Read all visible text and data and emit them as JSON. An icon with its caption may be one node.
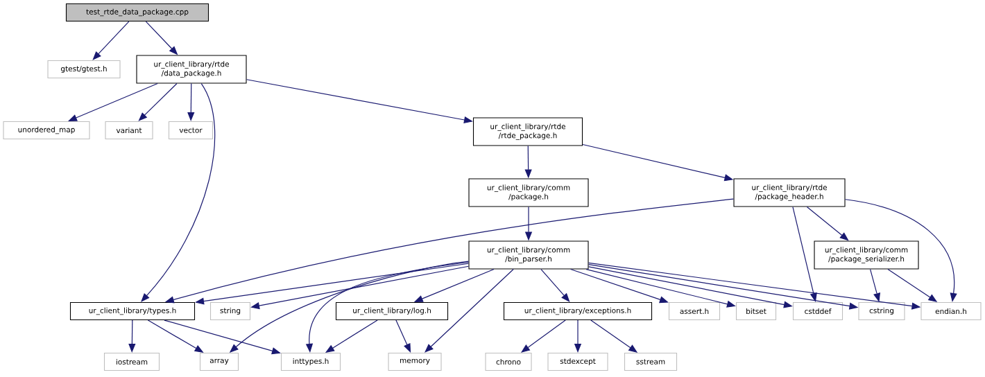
{
  "diagram": {
    "nodes": [
      {
        "text": [
          "test_rtde_data_package.cpp"
        ]
      },
      {
        "text": [
          "gtest/gtest.h"
        ]
      },
      {
        "text": [
          "ur_client_library/rtde /data_package.h"
        ]
      },
      {
        "text": [
          "unordered_map"
        ]
      },
      {
        "text": [
          "variant"
        ]
      },
      {
        "text": [
          "vector"
        ]
      },
      {
        "text": [
          "ur_client_library/rtde /rtde_package.h"
        ]
      },
      {
        "text": [
          "ur_client_library/comm /package.h"
        ]
      },
      {
        "text": [
          "ur_client_library/rtde /package_header.h"
        ]
      },
      {
        "text": [
          "ur_client_library/comm /bin_parser.h"
        ]
      },
      {
        "text": [
          "ur_client_library/comm /package_serializer.h"
        ]
      },
      {
        "text": [
          "ur_client_library/types.h"
        ]
      },
      {
        "text": [
          "string"
        ]
      },
      {
        "text": [
          "ur_client_library/log.h"
        ]
      },
      {
        "text": [
          "ur_client_library/exceptions.h"
        ]
      },
      {
        "text": [
          "assert.h"
        ]
      },
      {
        "text": [
          "bitset"
        ]
      },
      {
        "text": [
          "cstddef"
        ]
      },
      {
        "text": [
          "cstring"
        ]
      },
      {
        "text": [
          "endian.h"
        ]
      },
      {
        "text": [
          "iostream"
        ]
      },
      {
        "text": [
          "array"
        ]
      },
      {
        "text": [
          "inttypes.h"
        ]
      },
      {
        "text": [
          "memory"
        ]
      },
      {
        "text": [
          "chrono"
        ]
      },
      {
        "text": [
          "stdexcept"
        ]
      },
      {
        "text": [
          "sstream"
        ]
      }
    ],
    "edges": [
      {
        "from": 0,
        "to": 1,
        "arrow": "to"
      },
      {
        "from": 0,
        "to": 2,
        "arrow": "to"
      },
      {
        "from": 2,
        "to": 3,
        "arrow": "to"
      },
      {
        "from": 2,
        "to": 4,
        "arrow": "to"
      },
      {
        "from": 2,
        "to": 5,
        "arrow": "to"
      },
      {
        "from": 2,
        "to": 11,
        "arrow": "to"
      },
      {
        "from": 2,
        "to": 6,
        "arrow": "to"
      },
      {
        "from": 6,
        "to": 7,
        "arrow": "to"
      },
      {
        "from": 6,
        "to": 8,
        "arrow": "to"
      },
      {
        "from": 7,
        "to": 9,
        "arrow": "to"
      },
      {
        "from": 8,
        "to": 11,
        "arrow": "to"
      },
      {
        "from": 8,
        "to": 17,
        "arrow": "to"
      },
      {
        "from": 8,
        "to": 10,
        "arrow": "to"
      },
      {
        "from": 8,
        "to": 19,
        "arrow": "to"
      },
      {
        "from": 9,
        "to": 11,
        "arrow": "to"
      },
      {
        "from": 9,
        "to": 12,
        "arrow": "to"
      },
      {
        "from": 9,
        "to": 21,
        "arrow": "to"
      },
      {
        "from": 9,
        "to": 22,
        "arrow": "to"
      },
      {
        "from": 9,
        "to": 13,
        "arrow": "to"
      },
      {
        "from": 9,
        "to": 23,
        "arrow": "to"
      },
      {
        "from": 9,
        "to": 14,
        "arrow": "to"
      },
      {
        "from": 9,
        "to": 15,
        "arrow": "to"
      },
      {
        "from": 9,
        "to": 16,
        "arrow": "to"
      },
      {
        "from": 9,
        "to": 17,
        "arrow": "to"
      },
      {
        "from": 9,
        "to": 18,
        "arrow": "to"
      },
      {
        "from": 9,
        "to": 19,
        "arrow": "to"
      },
      {
        "from": 10,
        "to": 18,
        "arrow": "to"
      },
      {
        "from": 10,
        "to": 19,
        "arrow": "to"
      },
      {
        "from": 11,
        "to": 20,
        "arrow": "to"
      },
      {
        "from": 11,
        "to": 21,
        "arrow": "to"
      },
      {
        "from": 11,
        "to": 22,
        "arrow": "to"
      },
      {
        "from": 13,
        "to": 22,
        "arrow": "to"
      },
      {
        "from": 13,
        "to": 23,
        "arrow": "to"
      },
      {
        "from": 14,
        "to": 24,
        "arrow": "to"
      },
      {
        "from": 14,
        "to": 25,
        "arrow": "to"
      },
      {
        "from": 14,
        "to": 26,
        "arrow": "to"
      }
    ]
  }
}
